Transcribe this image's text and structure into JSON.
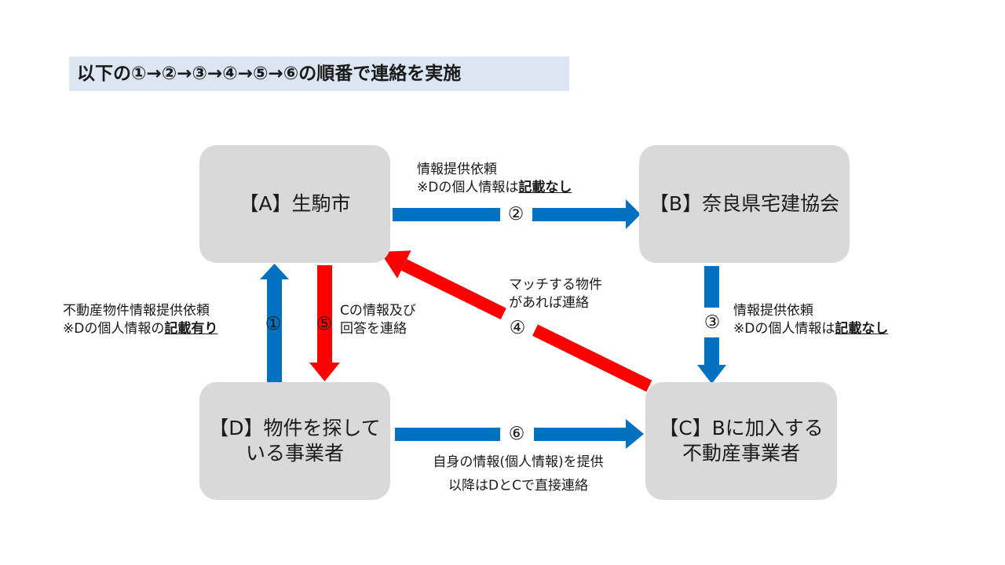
{
  "title": "以下の①→②→③→④→⑤→⑥の順番で連絡を実施",
  "colors": {
    "blue": "#0070c0",
    "red": "#ff0000",
    "node_bg": "#d9d9d9",
    "title_bg": "#dce6f2"
  },
  "nodes": {
    "a": {
      "line1": "【A】生駒市"
    },
    "b": {
      "line1": "【B】奈良県宅建協会"
    },
    "c": {
      "line1": "【C】Bに加入する",
      "line2": "不動産事業者"
    },
    "d": {
      "line1": "【D】物件を探して",
      "line2": "いる事業者"
    }
  },
  "steps": {
    "s1": {
      "num": "①",
      "line1": "不動産物件情報提供依頼",
      "line2_plain": "※Dの個人情報の",
      "line2_bold": "記載有り"
    },
    "s2": {
      "num": "②",
      "line1": "情報提供依頼",
      "line2_plain": "※Dの個人情報は",
      "line2_bold": "記載なし"
    },
    "s3": {
      "num": "③",
      "line1": "情報提供依頼",
      "line2_plain": "※Dの個人情報は",
      "line2_bold": "記載なし"
    },
    "s4": {
      "num": "④",
      "line1": "マッチする物件",
      "line2": "があれば連絡"
    },
    "s5": {
      "num": "⑤",
      "line1": "Cの情報及び",
      "line2": "回答を連絡"
    },
    "s6": {
      "num": "⑥",
      "line1": "自身の情報(個人情報)を提供",
      "line2": "以降はDとCで直接連絡"
    }
  }
}
